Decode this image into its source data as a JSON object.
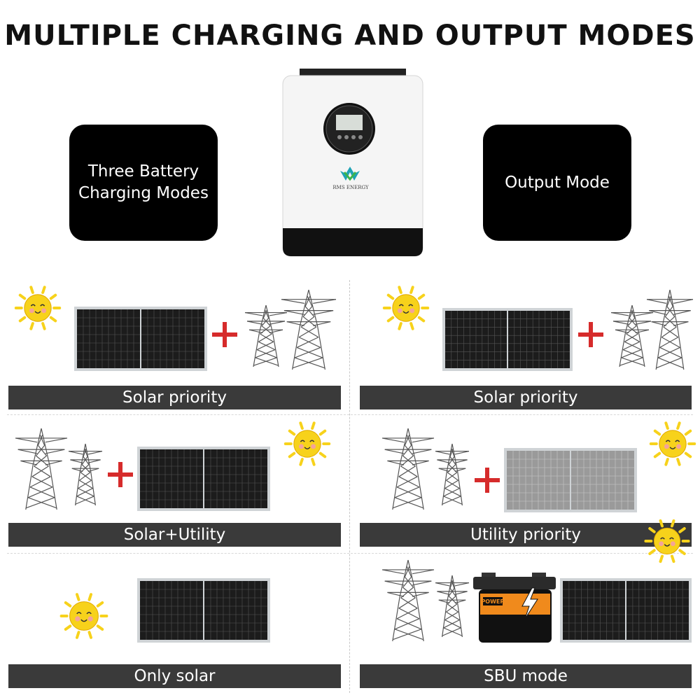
{
  "title": "MULTIPLE CHARGING AND OUTPUT MODES",
  "left_box": "Three Battery\nCharging Modes",
  "right_box": "Output Mode",
  "inverter": {
    "brand": "RMS ENERGY"
  },
  "left_modes": [
    "Solar priority",
    "Solar+Utility",
    "Only solar"
  ],
  "right_modes": [
    "Solar priority",
    "Utility priority",
    "SBU mode"
  ],
  "battery": {
    "brand": "POWER"
  },
  "colors": {
    "bar": "#3a3a3a",
    "plus": "#d62b2b",
    "sun": "#f7d21b",
    "panel": "#1c1c1c"
  }
}
